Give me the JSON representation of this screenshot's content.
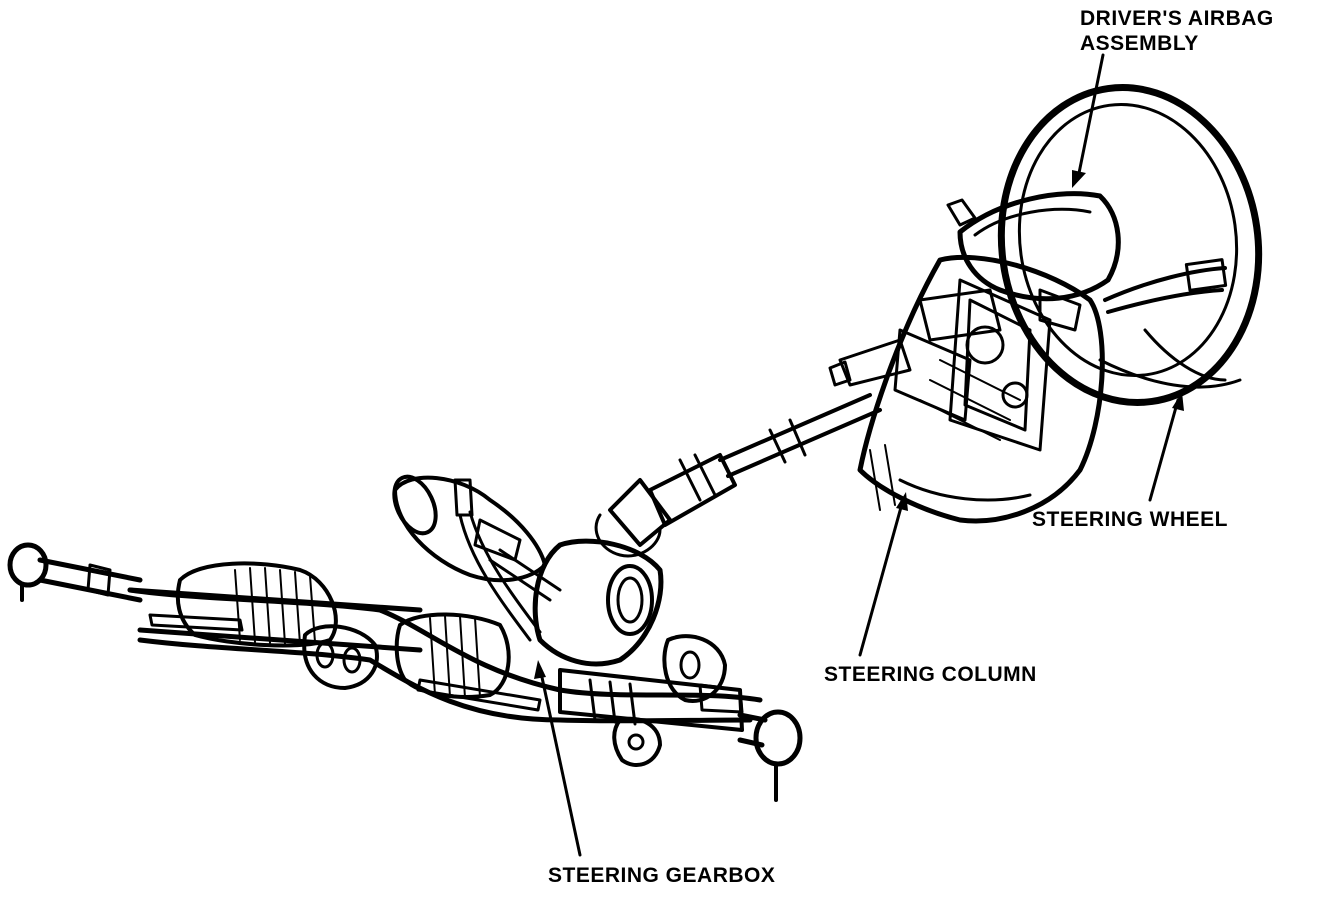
{
  "labels": {
    "airbag_line1": "DRIVER'S AIRBAG",
    "airbag_line2": "ASSEMBLY",
    "steering_wheel": "STEERING WHEEL",
    "steering_column": "STEERING COLUMN",
    "steering_gearbox": "STEERING GEARBOX"
  },
  "colors": {
    "ink": "#000000",
    "background": "#ffffff"
  }
}
